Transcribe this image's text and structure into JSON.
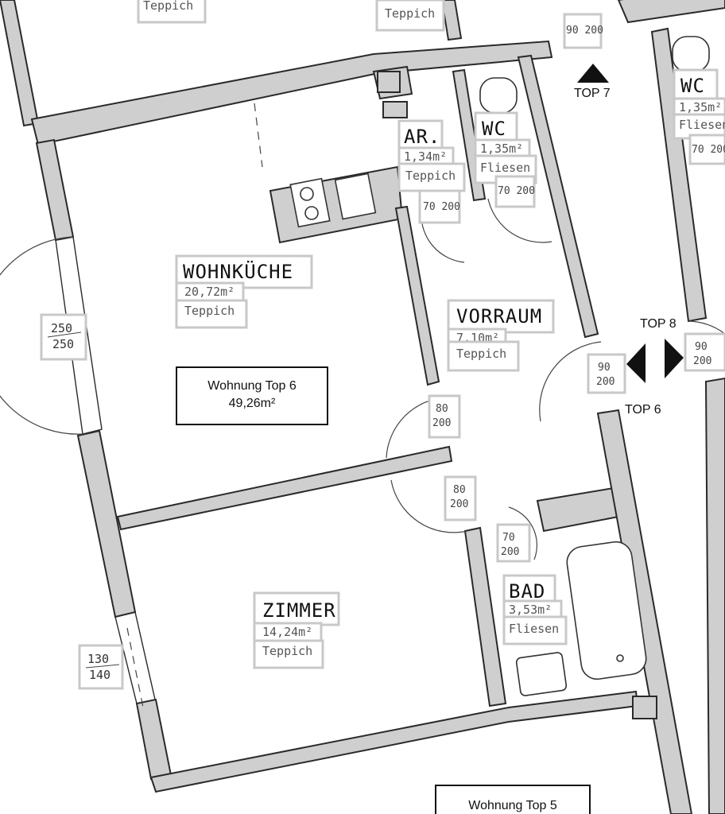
{
  "rooms": {
    "wohnkueche": {
      "name": "WOHNKÜCHE",
      "area": "20,72m²",
      "floor": "Teppich"
    },
    "zimmer": {
      "name": "ZIMMER",
      "area": "14,24m²",
      "floor": "Teppich"
    },
    "vorraum": {
      "name": "VORRAUM",
      "area": "7,10m²",
      "floor": "Teppich"
    },
    "ar": {
      "name": "AR.",
      "area": "1,34m²",
      "floor": "Teppich"
    },
    "wc": {
      "name": "WC",
      "area": "1,35m²",
      "floor": "Fliesen"
    },
    "wc_right": {
      "name": "WC",
      "area": "1,35m²",
      "floor": "Fliesen"
    },
    "bad": {
      "name": "BAD",
      "area": "3,53m²",
      "floor": "Fliesen"
    },
    "top_left_floor": "Teppich",
    "top_mid_floor": "Teppich"
  },
  "apartments": {
    "top6": {
      "title": "Wohnung Top 6",
      "area": "49,26m²"
    },
    "top5": {
      "title": "Wohnung Top 5"
    }
  },
  "entrance_labels": {
    "top7": "TOP 7",
    "top8": "TOP 8",
    "top6": "TOP 6"
  },
  "dimensions": {
    "window_living": {
      "top": "250",
      "bottom": "250"
    },
    "window_room": {
      "top": "130",
      "bottom": "140"
    },
    "door_top7": "90 200",
    "door_ar": "70 200",
    "door_wc": "70 200",
    "door_wc_right": "70 200",
    "door_top6_entry": {
      "top": "90",
      "bottom": "200"
    },
    "door_top8_entry": {
      "top": "90",
      "bottom": "200"
    },
    "door_living": {
      "top": "80",
      "bottom": "200"
    },
    "door_room": {
      "top": "80",
      "bottom": "200"
    },
    "door_bad": {
      "top": "70",
      "bottom": "200"
    }
  }
}
